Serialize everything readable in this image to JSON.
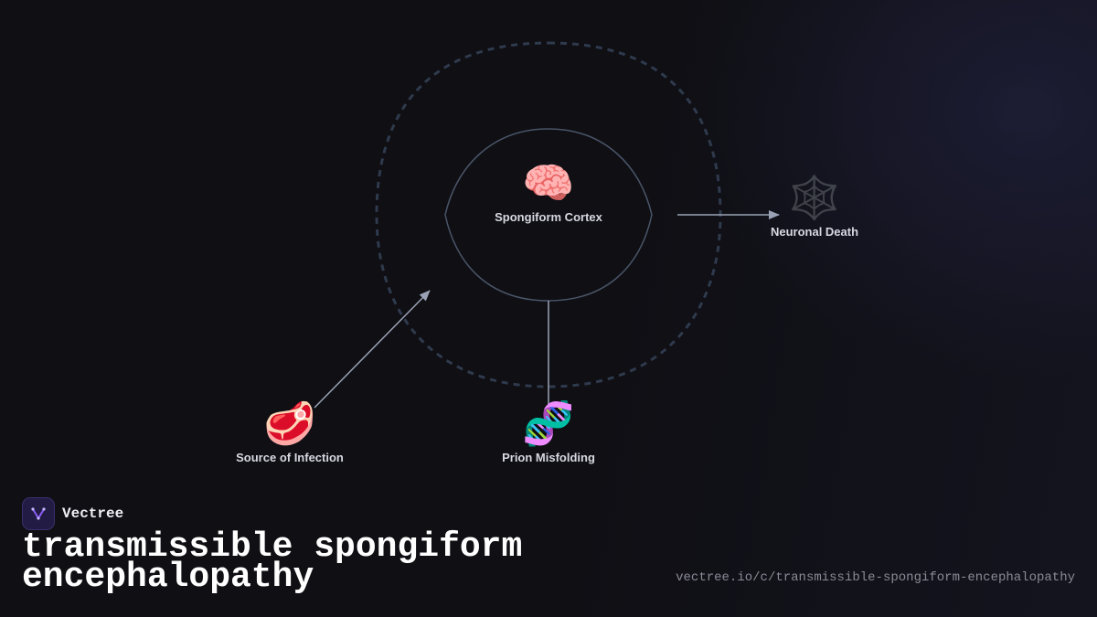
{
  "diagram": {
    "nodes": [
      {
        "id": "cortex",
        "icon": "brain-icon",
        "emoji": "🧠",
        "label": "Spongiform Cortex"
      },
      {
        "id": "death",
        "icon": "spiderweb-icon",
        "emoji": "🕸️",
        "label": "Neuronal Death"
      },
      {
        "id": "infection",
        "icon": "meat-icon",
        "emoji": "🥩",
        "label": "Source of Infection"
      },
      {
        "id": "prion",
        "icon": "dna-icon",
        "emoji": "🧬",
        "label": "Prion Misfolding"
      }
    ],
    "edges": [
      {
        "from": "infection",
        "to": "cortex",
        "arrow": true
      },
      {
        "from": "prion",
        "to": "cortex",
        "arrow": false
      },
      {
        "from": "cortex",
        "to": "death",
        "arrow": true
      }
    ],
    "colors": {
      "edge": "#9aa3b5",
      "inner_boundary": "#4a5568",
      "outer_boundary": "#2f3a4d"
    }
  },
  "brand": {
    "name": "Vectree",
    "logo_icon": "vectree-logo-icon"
  },
  "title": "transmissible spongiform encephalopathy",
  "url": "vectree.io/c/transmissible-spongiform-encephalopathy"
}
